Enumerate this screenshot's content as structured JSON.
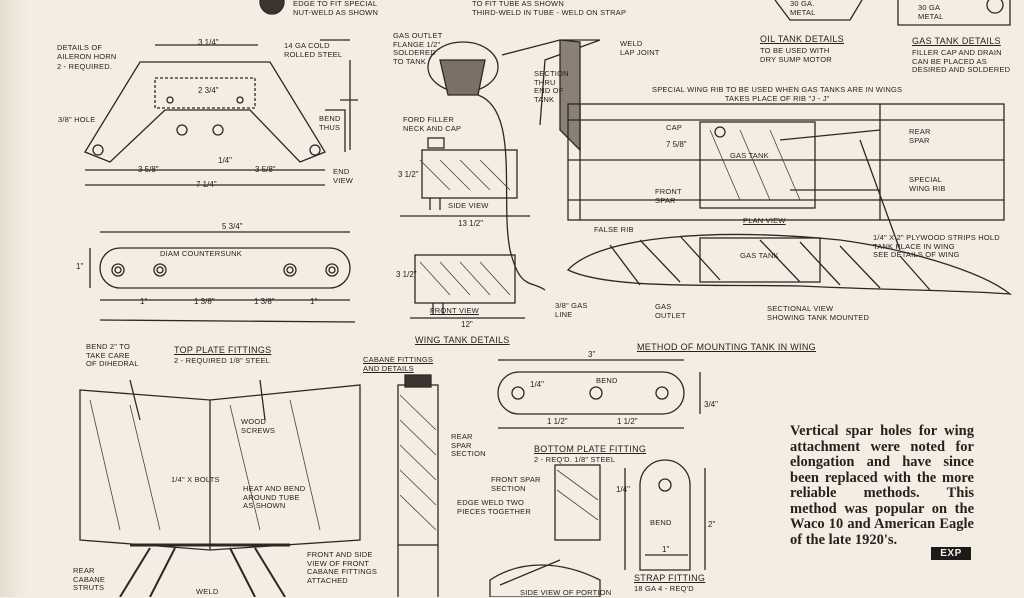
{
  "top_labels": {
    "edge_fit": "EDGE TO FIT SPECIAL\nNUT-WELD AS SHOWN",
    "tube_weld": "TO FIT TUBE AS SHOWN\nTHIRD-WELD IN TUBE - WELD ON STRAP",
    "oil_metal": "30 GA.\nMETAL",
    "gas_metal": "30 GA\nMETAL"
  },
  "aileron_horn": {
    "title": "DETAILS OF\nAILERON HORN",
    "subtitle": "2 - REQUIRED.",
    "steel_note": "14 GA COLD\nROLLED STEEL",
    "hole_note": "3/8\" HOLE",
    "bend_note": "BEND\nTHUS",
    "end_view": "END\nVIEW",
    "dims": [
      "3 1/4\"",
      "2 3/4\"",
      "1/4\"",
      "3 5/8\"",
      "3 5/8\"",
      "7 1/4\""
    ]
  },
  "top_plate": {
    "title": "TOP PLATE FITTINGS",
    "subtitle": "2 - REQUIRED 1/8\" STEEL",
    "countersunk": "DIAM COUNTERSUNK",
    "bend_note": "BEND 2\" TO\nTAKE CARE\nOF DIHEDRAL",
    "dims": [
      "5 3/4\"",
      "1\"",
      "1 3/8\"",
      "1 3/8\"",
      "1\"",
      "1\""
    ]
  },
  "wing_tank": {
    "gas_outlet_flange": "GAS OUTLET\nFLANGE 1/2\"\nSOLDERED\nTO TANK",
    "ford_filler": "FORD FILLER\nNECK AND CAP",
    "side_view": "SIDE VIEW",
    "front_view": "FRONT VIEW",
    "title": "WING TANK DETAILS",
    "gas_line": "3/8\" GAS\nLINE",
    "section": "SECTION\nTHRU\nEND OF\nTANK",
    "weld_lap": "WELD\nLAP JOINT",
    "dims": [
      "13 1/2\"",
      "12\"",
      "3 1/2\"",
      "3 1/2\""
    ]
  },
  "oil_tank": {
    "title": "OIL TANK DETAILS",
    "note": "TO BE USED WITH\nDRY SUMP MOTOR"
  },
  "gas_tank": {
    "title": "GAS TANK DETAILS",
    "note": "FILLER CAP AND DRAIN\nCAN BE PLACED AS\nDESIRED AND SOLDERED"
  },
  "wing_rib": {
    "header": "SPECIAL WING RIB TO BE USED WHEN GAS TANKS ARE IN WINGS\nTAKES PLACE OF RIB \"J - J\"",
    "cap": "CAP",
    "gas_tank": "GAS TANK",
    "rear_spar": "REAR\nSPAR",
    "front_spar": "FRONT\nSPAR",
    "special_rib": "SPECIAL\nWING RIB",
    "plan_view": "PLAN VIEW",
    "false_rib": "FALSE RIB",
    "plywood_note": "1/4\" X 2\" PLYWOOD STRIPS HOLD\nTANK PLACE IN WING\nSEE DETAILS OF WING",
    "gas_tank_section": "GAS TANK",
    "gas_outlet": "GAS\nOUTLET",
    "sectional_view": "SECTIONAL VIEW\nSHOWING TANK MOUNTED",
    "method_title": "METHOD OF MOUNTING TANK IN WING",
    "dim": "7 5/8\""
  },
  "cabane": {
    "title": "CABANE FITTINGS\nAND DETAILS",
    "wood_screws": "WOOD\nSCREWS",
    "bolts": "1/4\" X BOLTS",
    "heat_bend": "HEAT AND BEND\nAROUND TUBE\nAS SHOWN",
    "front_side": "FRONT AND SIDE\nVIEW OF FRONT\nCABANE FITTINGS\nATTACHED",
    "rear_struts": "REAR\nCABANE\nSTRUTS",
    "weld": "WELD",
    "rear_spar_section": "REAR\nSPAR\nSECTION",
    "front_spar_section": "FRONT SPAR\nSECTION",
    "edge_weld": "EDGE WELD TWO\nPIECES TOGETHER",
    "side_view_portion": "SIDE VIEW OF PORTION"
  },
  "bottom_plate": {
    "title": "BOTTOM PLATE FITTING",
    "subtitle": "2 - REQ'D.  1/8\" STEEL",
    "bend": "BEND",
    "dims": [
      "3\"",
      "1/4\"",
      "1 1/2\"",
      "1 1/2\"",
      "3/4\""
    ]
  },
  "strap_fitting": {
    "title": "STRAP FITTING",
    "subtitle": "18 GA   4 - REQ'D",
    "bend": "BEND",
    "dims": [
      "1/4\"",
      "1\"",
      "2\""
    ]
  },
  "caption": {
    "text": "Vertical spar holes for wing attachment were noted for elongation and have since been replaced with the more reliable methods. This method was popular on the Waco 10 and American Eagle of the late 1920's.",
    "badge": "EXP"
  }
}
